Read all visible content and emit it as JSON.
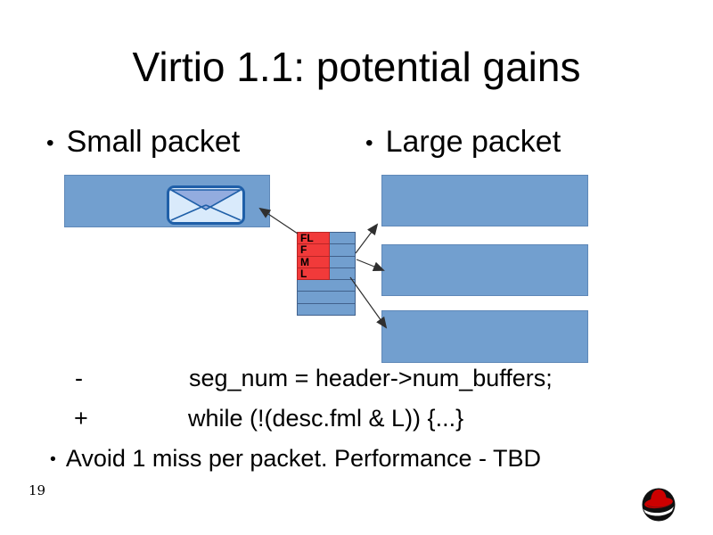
{
  "slide": {
    "title": "Virtio 1.1: potential gains",
    "page_number": "19",
    "background": "#ffffff"
  },
  "bullets": {
    "marker": "•",
    "small_packet": "Small packet",
    "large_packet": "Large packet",
    "conclusion": "Avoid 1 miss per packet. Performance - TBD"
  },
  "code_diff": {
    "lines": [
      {
        "sign": "-",
        "text": "seg_num = header->num_buffers;"
      },
      {
        "sign": "+",
        "text": "while (!(desc.fml & L)) {...}"
      }
    ]
  },
  "diagram": {
    "flag_labels": [
      "FL",
      "F",
      "M",
      "L"
    ],
    "descriptor_row_count": 7,
    "colors": {
      "slide_bg": "#ffffff",
      "box_blue": "#729fcf",
      "box_border": "#5f88b8",
      "flag_red": "#f13a3a",
      "flag_border": "#bb2525",
      "table_line": "#41618c",
      "arrow": "#2f2f2f",
      "envelope_stroke": "#1f5fa8",
      "envelope_body": "#d9eafb",
      "envelope_flap": "#93acdf",
      "logo_red": "#cc0000"
    }
  }
}
